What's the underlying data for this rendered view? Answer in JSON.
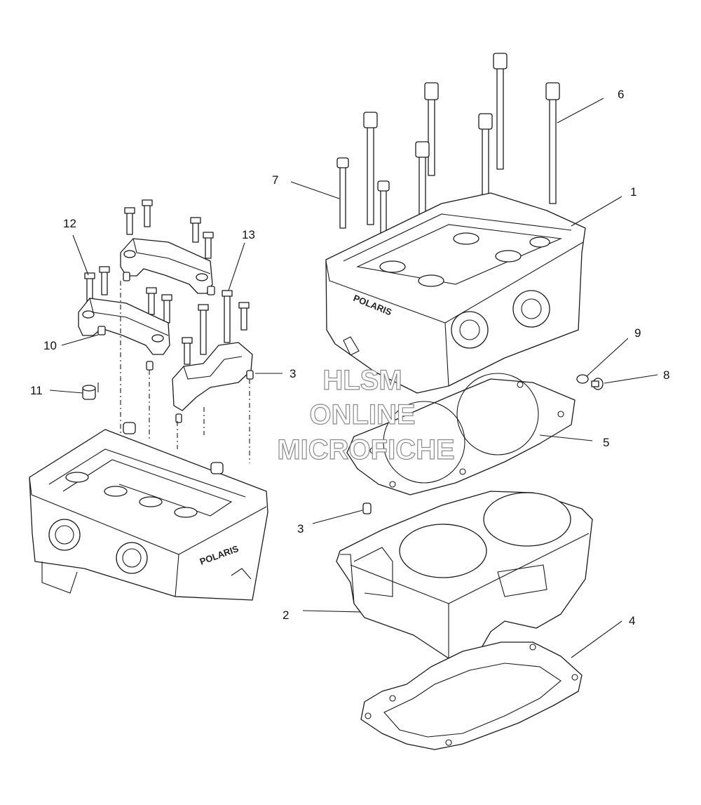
{
  "callouts": [
    {
      "id": "1",
      "text": "1"
    },
    {
      "id": "2",
      "text": "2"
    },
    {
      "id": "3a",
      "text": "3"
    },
    {
      "id": "3b",
      "text": "3"
    },
    {
      "id": "4",
      "text": "4"
    },
    {
      "id": "5",
      "text": "5"
    },
    {
      "id": "6",
      "text": "6"
    },
    {
      "id": "7",
      "text": "7"
    },
    {
      "id": "8",
      "text": "8"
    },
    {
      "id": "9",
      "text": "9"
    },
    {
      "id": "10",
      "text": "10"
    },
    {
      "id": "11",
      "text": "11"
    },
    {
      "id": "12",
      "text": "12"
    },
    {
      "id": "13",
      "text": "13"
    }
  ],
  "watermark": {
    "line1": "HLSM",
    "line2": "ONLINE",
    "line3": "MICROFICHE"
  },
  "brand_marks": {
    "head_right": "POLARIS",
    "head_left": "POLARIS"
  }
}
